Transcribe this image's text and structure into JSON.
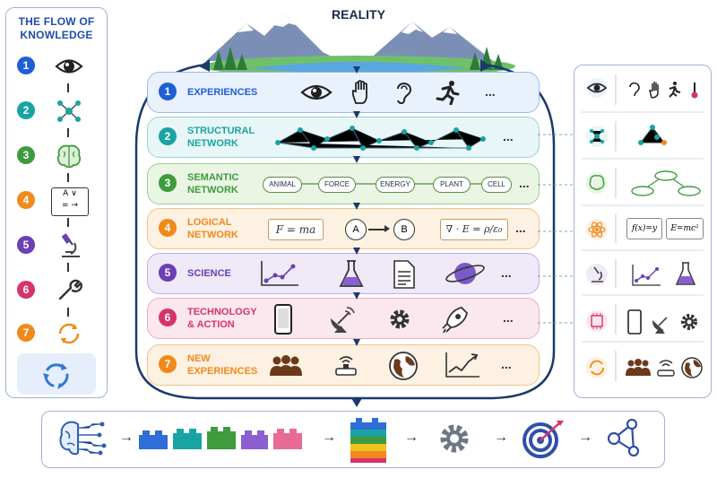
{
  "left_panel": {
    "title_line1": "THE FLOW OF",
    "title_line2": "KNOWLEDGE",
    "steps": [
      {
        "num": "1",
        "color": "#1f5fd6",
        "icon": "eye-icon"
      },
      {
        "num": "2",
        "color": "#1aa3a3",
        "icon": "network-icon"
      },
      {
        "num": "3",
        "color": "#3e9b3e",
        "icon": "brain-icon"
      },
      {
        "num": "4",
        "color": "#f08a1c",
        "icon": "logic-icon"
      },
      {
        "num": "5",
        "color": "#6b3fb5",
        "icon": "microscope-icon"
      },
      {
        "num": "6",
        "color": "#d6336c",
        "icon": "wrench-icon"
      },
      {
        "num": "7",
        "color": "#f08a1c",
        "icon": "cycle-icon"
      }
    ],
    "logic_symbols": {
      "a": "A",
      "b": "∨",
      "c": "=",
      "d": "→"
    }
  },
  "reality": {
    "label": "REALITY"
  },
  "layers": [
    {
      "num": "1",
      "title1": "EXPERIENCES",
      "title2": "",
      "color": "#1f5fd6",
      "bg": "#e9f1fd",
      "border": "#9cb9ea",
      "dots": "..."
    },
    {
      "num": "2",
      "title1": "STRUCTURAL",
      "title2": "NETWORK",
      "color": "#1aa3a3",
      "bg": "#e8f6f7",
      "border": "#96d3d5",
      "dots": "..."
    },
    {
      "num": "3",
      "title1": "SEMANTIC",
      "title2": "NETWORK",
      "color": "#3e9b3e",
      "bg": "#eaf5e4",
      "border": "#9bcf8c",
      "dots": "...",
      "nodes": [
        "ANIMAL",
        "FORCE",
        "ENERGY",
        "PLANT",
        "CELL"
      ]
    },
    {
      "num": "4",
      "title1": "LOGICAL",
      "title2": "NETWORK",
      "color": "#f08a1c",
      "bg": "#fdf1e2",
      "border": "#f2c28a",
      "dots": "...",
      "formula1": "F = ma",
      "node_a": "A",
      "node_b": "B",
      "formula2": "∇ · E = ρ/ε₀"
    },
    {
      "num": "5",
      "title1": "SCIENCE",
      "title2": "",
      "color": "#6b3fb5",
      "bg": "#efe9f8",
      "border": "#c2ade3",
      "dots": "..."
    },
    {
      "num": "6",
      "title1": "TECHNOLOGY",
      "title2": "& ACTION",
      "color": "#d6336c",
      "bg": "#fbe8ee",
      "border": "#eeaac0",
      "dots": "..."
    },
    {
      "num": "7",
      "title1": "NEW",
      "title2": "EXPERIENCES",
      "color": "#f08a1c",
      "bg": "#fdf1e2",
      "border": "#f2c28a",
      "dots": "..."
    }
  ],
  "right_panel": {
    "formula_a": "f(x)=y",
    "formula_b": "E=mc²"
  },
  "bottom_flow": {
    "steps": [
      "brain-circuit-icon",
      "lego-bricks-icon",
      "stacked-layers-icon",
      "gear-icon",
      "target-icon",
      "network-graph-icon"
    ]
  },
  "colors": {
    "arrow": "#1a3a6b",
    "panel_border": "#9fb3d6"
  }
}
